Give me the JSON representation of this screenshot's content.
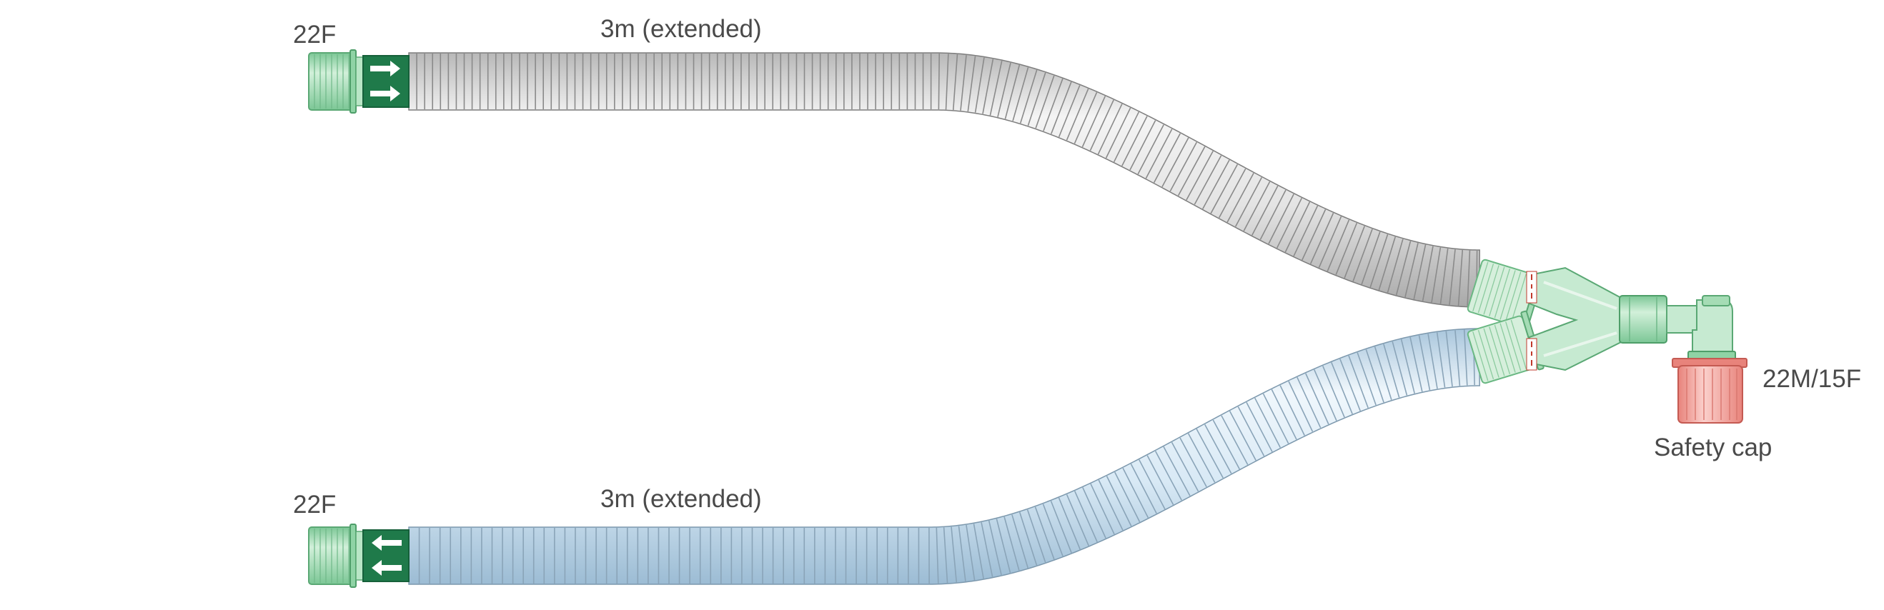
{
  "diagram": {
    "top_limb": {
      "connector_label": "22F",
      "length_label": "3m (extended)",
      "flow_direction": "right"
    },
    "bottom_limb": {
      "connector_label": "22F",
      "length_label": "3m (extended)",
      "flow_direction": "left"
    },
    "patient_connector_label": "22M/15F",
    "safety_cap_label": "Safety cap",
    "colors": {
      "tube_grey": "#e2e2e2",
      "tube_blue": "#d6e8f4",
      "connector_green": "#a8dcb4",
      "connector_dark_green": "#1f7a4a",
      "safety_cap_red": "#f4a6a0",
      "text": "#4a4a4a"
    }
  }
}
